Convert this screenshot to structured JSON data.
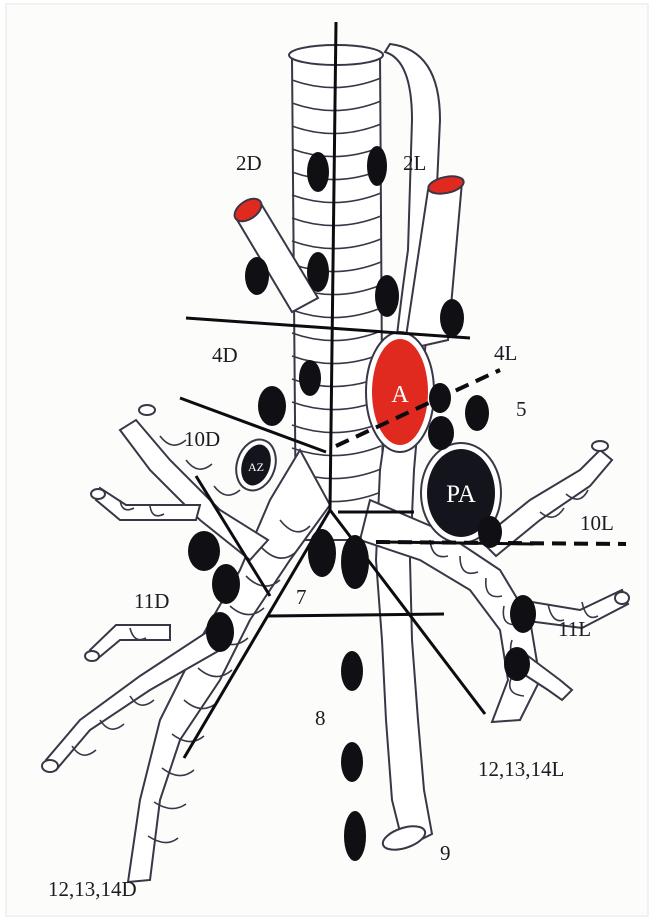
{
  "colors": {
    "background": "#fcfcfb",
    "outline": "#3a3646",
    "lymph_node": "#0f0f14",
    "aorta": "#e02a1f",
    "pulmonary_artery": "#14141c",
    "vessel_cut": "#e02a1f"
  },
  "vessels": {
    "aorta": "A",
    "pulmonary_artery": "PA",
    "azygos": "AZ"
  },
  "stations": {
    "s2d": "2D",
    "s2l": "2L",
    "s4d": "4D",
    "s4l": "4L",
    "s5": "5",
    "s10d": "10D",
    "s10l": "10L",
    "s7": "7",
    "s11d": "11D",
    "s11l": "11L",
    "s8": "8",
    "s9": "9",
    "s12_14l": "12,13,14L",
    "s12_14d": "12,13,14D"
  }
}
